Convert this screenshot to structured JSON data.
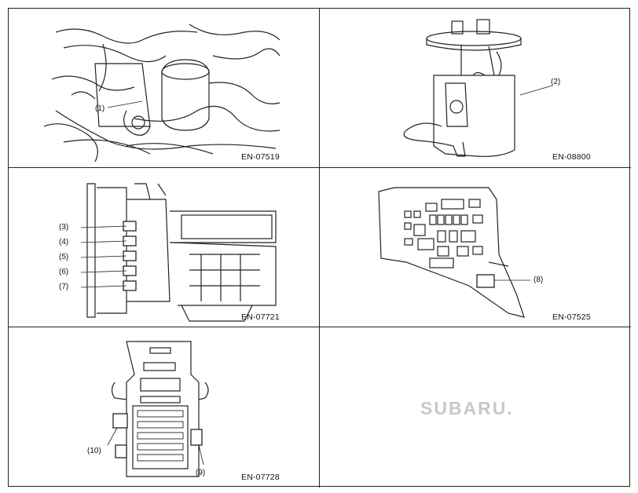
{
  "panels": [
    {
      "code": "EN-07519",
      "callouts": [
        "(1)"
      ]
    },
    {
      "code": "EN-08800",
      "callouts": [
        "(2)"
      ]
    },
    {
      "code": "EN-07721",
      "callouts": [
        "(3)",
        "(4)",
        "(5)",
        "(6)",
        "(7)"
      ]
    },
    {
      "code": "EN-07525",
      "callouts": [
        "(8)"
      ]
    },
    {
      "code": "EN-07728",
      "callouts": [
        "(10)",
        "(9)"
      ]
    }
  ],
  "logo": {
    "text": "SUBARU."
  }
}
